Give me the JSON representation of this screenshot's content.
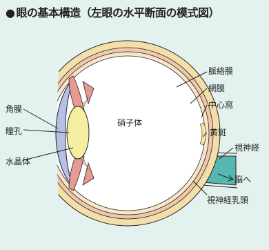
{
  "title": {
    "bullet": "●",
    "text": "眼の基本構造（左眼の水平断面の模式図）"
  },
  "labels": {
    "choroid": "脈絡膜",
    "retina": "網膜",
    "fovea": "中心窩",
    "macula": "黄斑",
    "optic_nerve": "視神経",
    "to_brain": "脳へ",
    "optic_disc": "視神経乳頭",
    "cornea": "角膜",
    "pupil": "瞳孔",
    "lens": "水晶体",
    "vitreous": "硝子体"
  },
  "colors": {
    "background": "#e3f1ef",
    "sclera": "#f3dfaa",
    "choroid": "#f0c8a8",
    "retina": "#f8e6cc",
    "vitreous": "#ffffff",
    "cornea": "#b8bfe6",
    "iris": "#e89a92",
    "lens": "#f4eea0",
    "optic_nerve": "#55b7b0",
    "macula": "#f7e6a2",
    "line": "#222222"
  }
}
